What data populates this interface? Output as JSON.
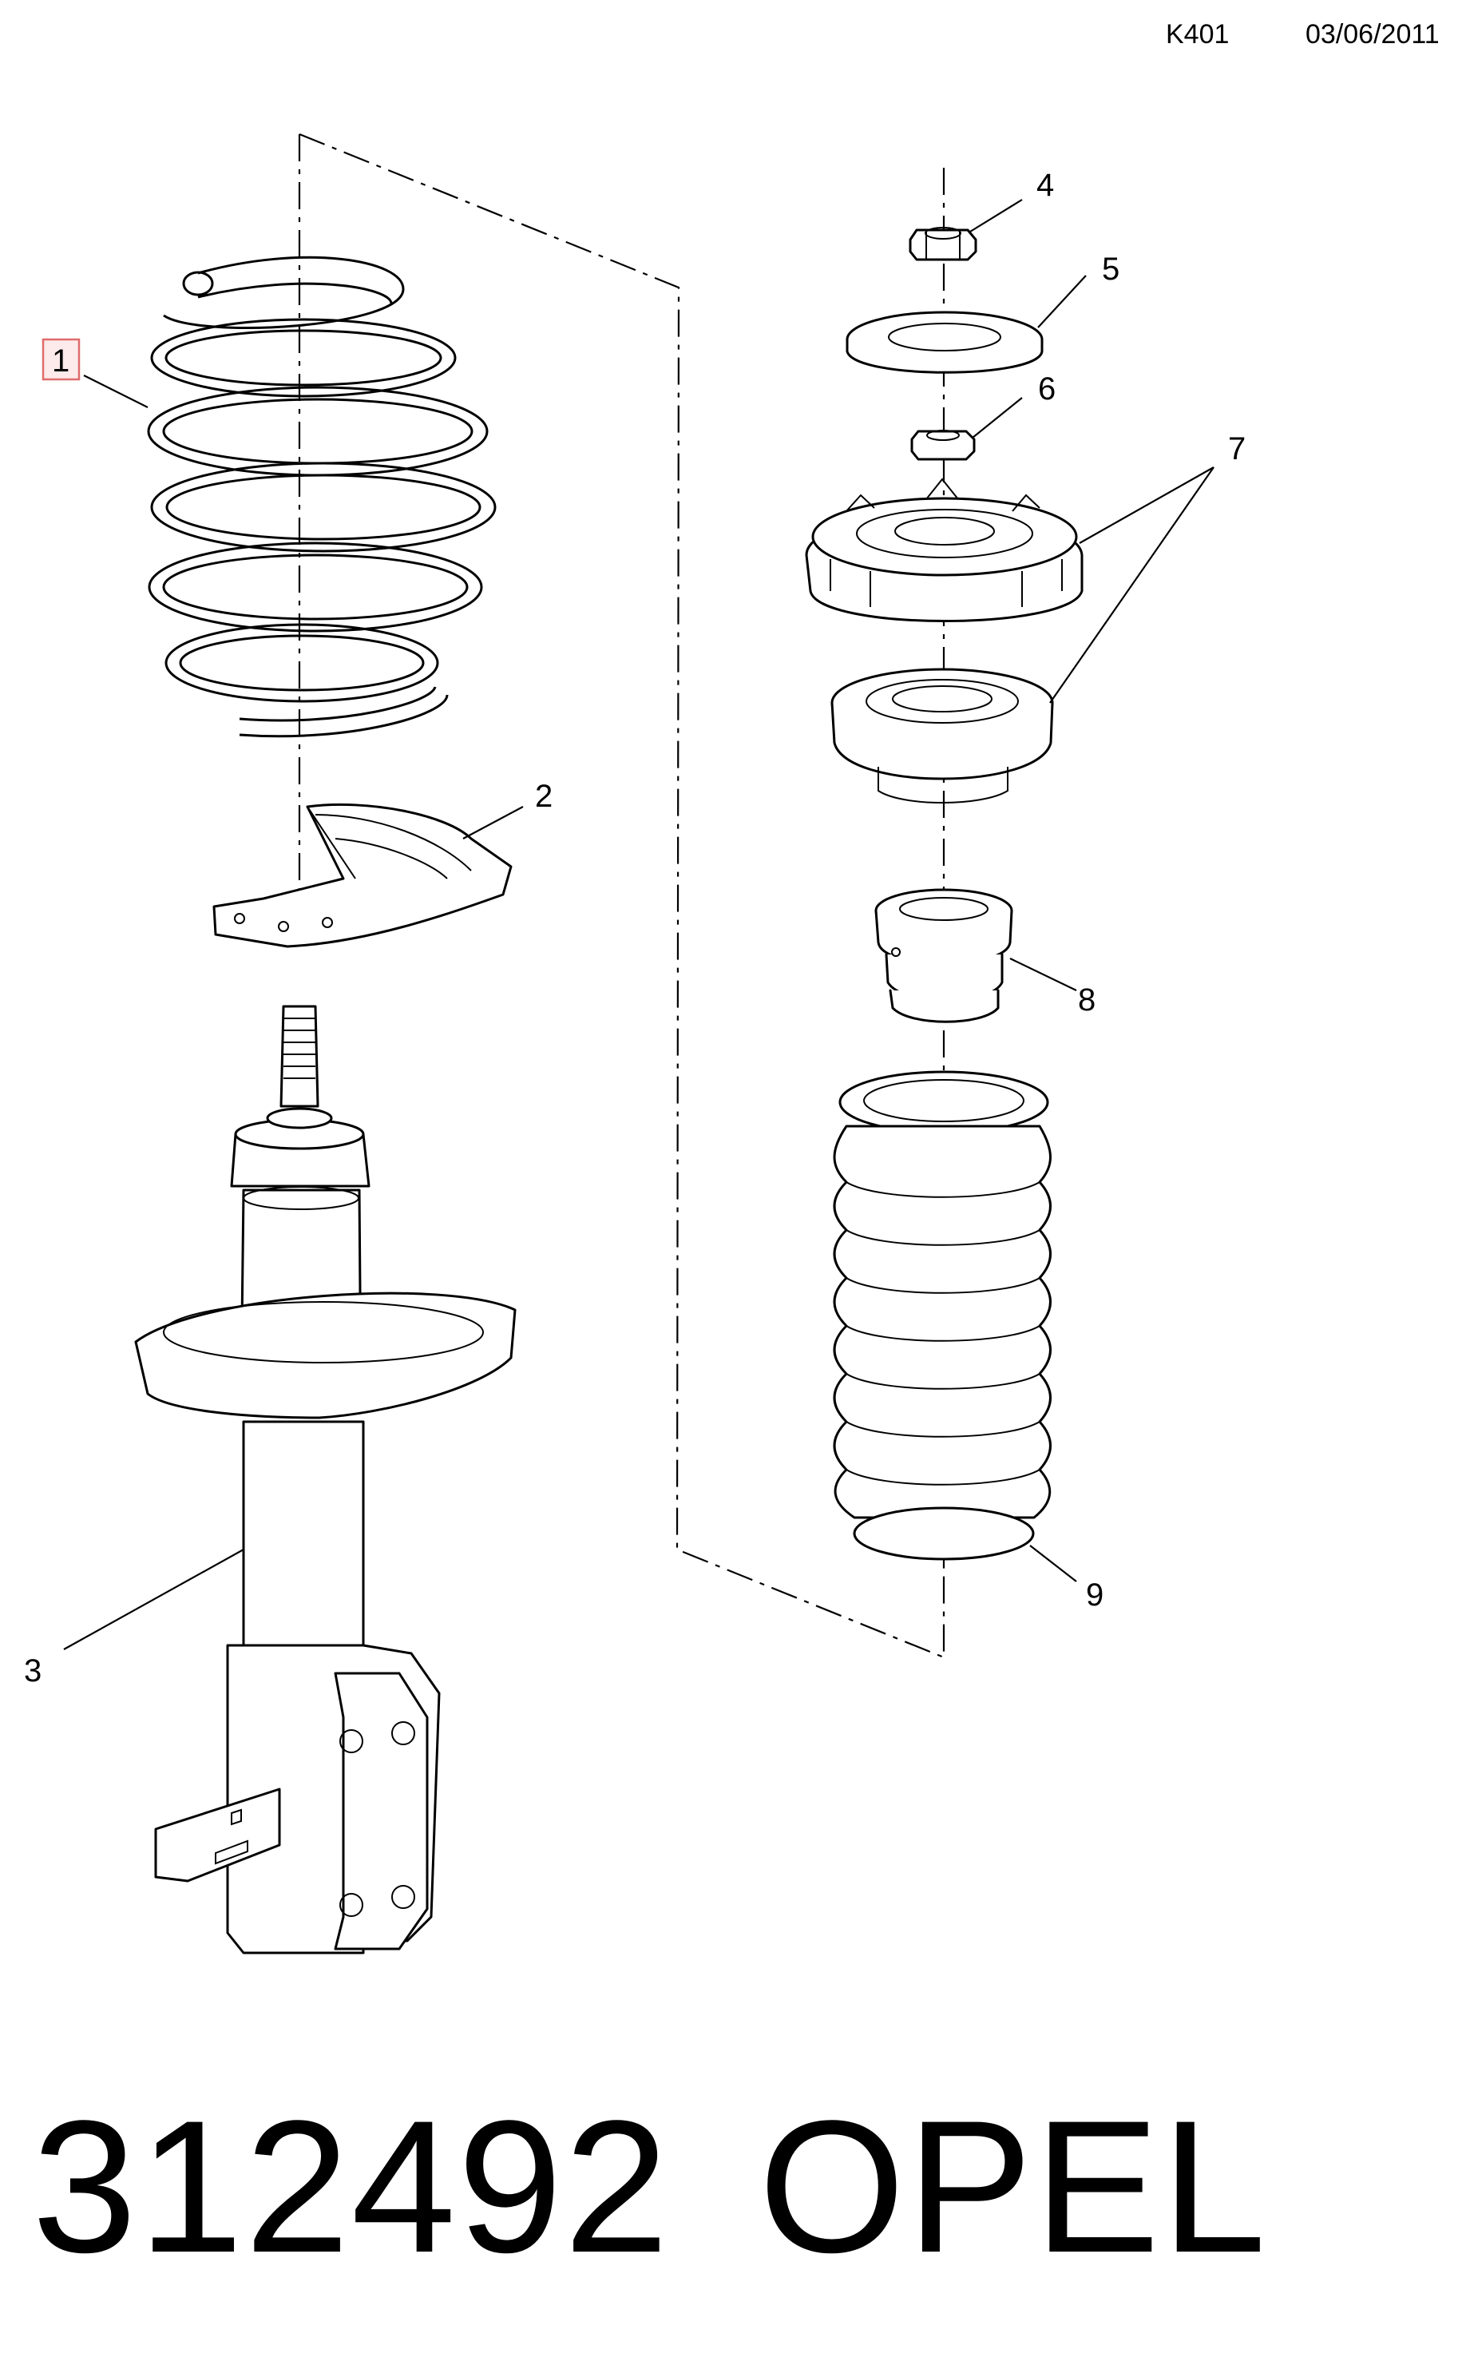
{
  "header": {
    "code": "K401",
    "date": "03/06/2011"
  },
  "callouts": {
    "c1": "1",
    "c2": "2",
    "c3": "3",
    "c4": "4",
    "c5": "5",
    "c6": "6",
    "c7": "7",
    "c8": "8",
    "c9": "9"
  },
  "highlight_color": "#e06b6b",
  "footer": {
    "part_number": "312492",
    "brand": "OPEL"
  }
}
